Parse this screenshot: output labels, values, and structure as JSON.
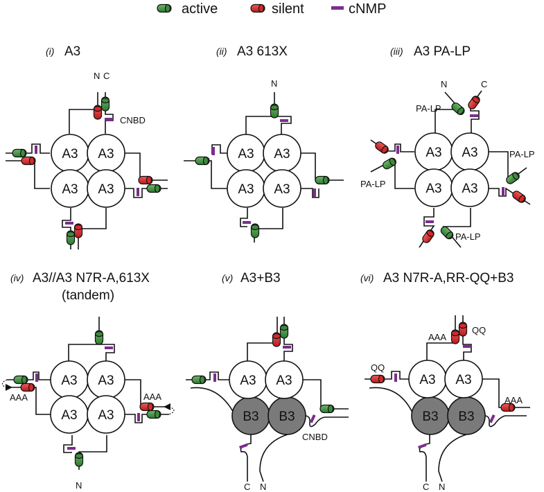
{
  "colors": {
    "active": "#3f8a3f",
    "silent": "#d42a2a",
    "cnmp": "#7b2d8e",
    "a3_fill": "#ffffff",
    "b3_fill": "#7a7a7a",
    "line": "#111111"
  },
  "legend": [
    {
      "key": "active",
      "label": "active",
      "icon": "green-cylinder"
    },
    {
      "key": "silent",
      "label": "silent",
      "icon": "red-cylinder"
    },
    {
      "key": "cnmp",
      "label": "cNMP",
      "icon": "purple-bar"
    }
  ],
  "panels": [
    {
      "id": "i",
      "numeral": "(i)",
      "title": "A3",
      "subunits": [
        "A3",
        "A3",
        "A3",
        "A3"
      ],
      "labels": {
        "n": "N",
        "c": "C",
        "domain": "CNBD"
      }
    },
    {
      "id": "ii",
      "numeral": "(ii)",
      "title": "A3 613X",
      "subunits": [
        "A3",
        "A3",
        "A3",
        "A3"
      ],
      "labels": {
        "n": "N"
      }
    },
    {
      "id": "iii",
      "numeral": "(iii)",
      "title": "A3 PA-LP",
      "subunits": [
        "A3",
        "A3",
        "A3",
        "A3"
      ],
      "labels": {
        "n": "N",
        "c": "C",
        "mutation": "PA-LP"
      }
    },
    {
      "id": "iv",
      "numeral": "(iv)",
      "title": "A3//A3 N7R-A,613X",
      "subtitle": "(tandem)",
      "subunits": [
        "A3",
        "A3",
        "A3",
        "A3"
      ],
      "labels": {
        "n": "N",
        "mutation": "AAA"
      }
    },
    {
      "id": "v",
      "numeral": "(v)",
      "title": "A3+B3",
      "subunits": [
        "A3",
        "A3",
        "B3",
        "B3"
      ],
      "labels": {
        "n": "N",
        "c": "C",
        "domain": "CNBD"
      }
    },
    {
      "id": "vi",
      "numeral": "(vi)",
      "title": "A3 N7R-A,RR-QQ+B3",
      "subunits": [
        "A3",
        "A3",
        "B3",
        "B3"
      ],
      "labels": {
        "n": "N",
        "c": "C",
        "mut_a": "AAA",
        "mut_q": "QQ"
      }
    }
  ]
}
